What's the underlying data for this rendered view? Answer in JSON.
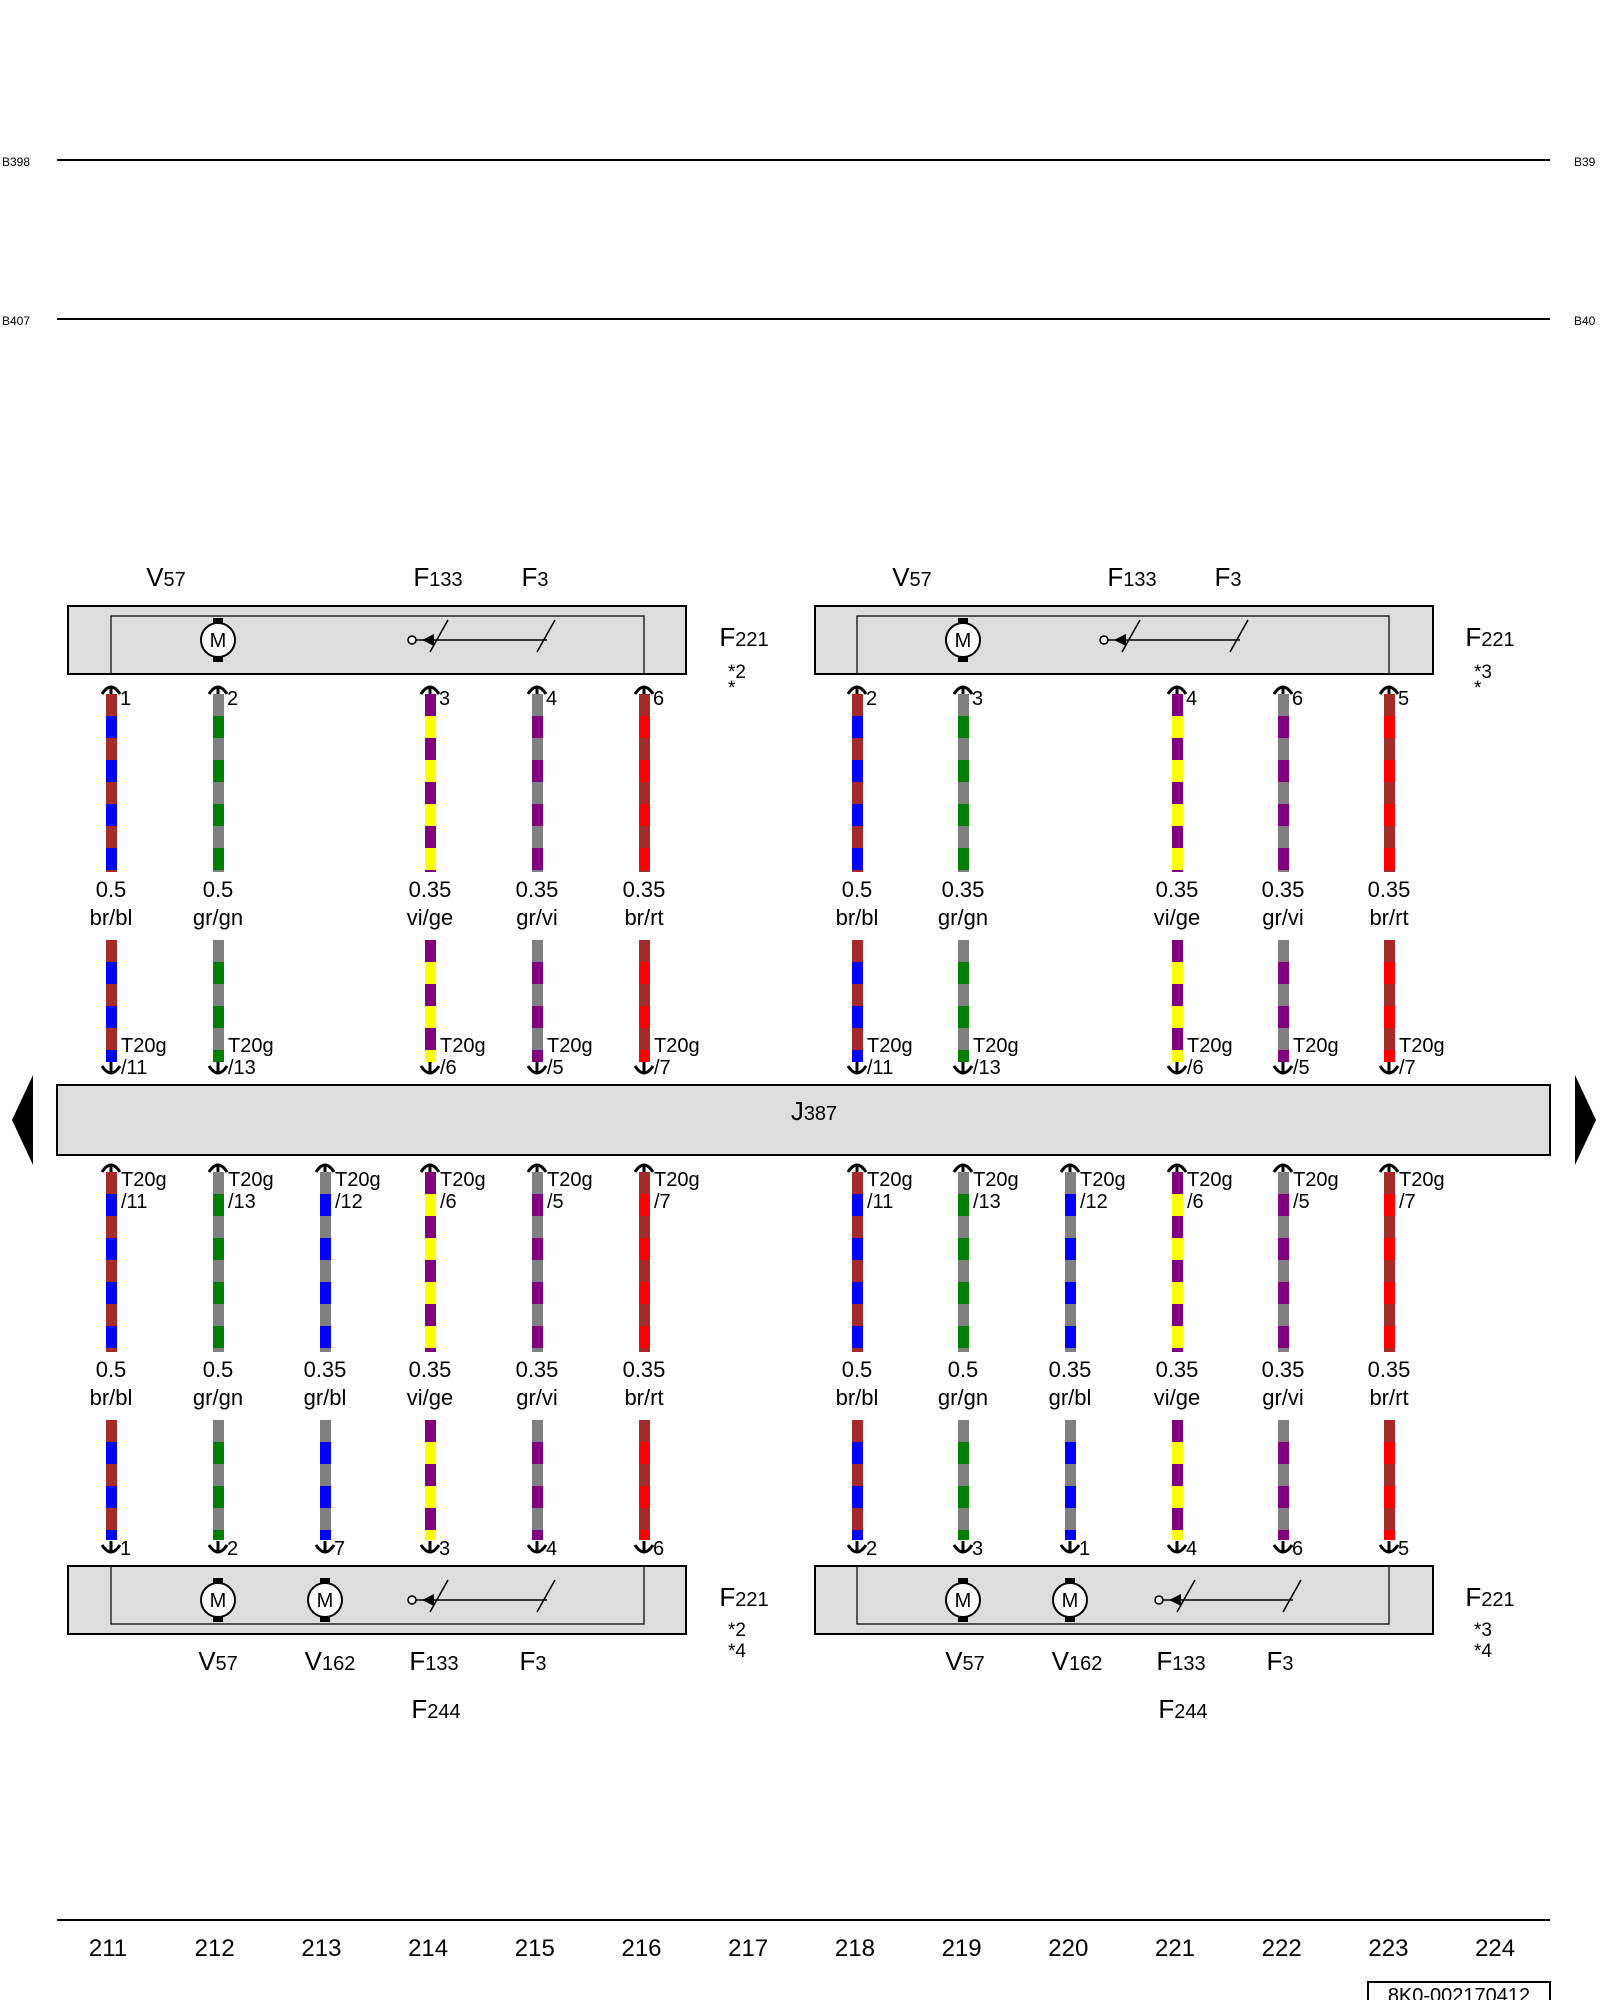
{
  "colors": {
    "br": "#a52a2a",
    "bl": "#0000ff",
    "gr": "#808080",
    "gn": "#008000",
    "vi": "#800080",
    "ge": "#ffff00",
    "rt": "#ff0000",
    "box": "#dddddd"
  },
  "side_labels": {
    "b398_left": "B398",
    "b398_right": "B39",
    "b407_left": "B407",
    "b407_right": "B40"
  },
  "control_unit": {
    "label": "J",
    "sub": "387"
  },
  "columns": [
    "211",
    "212",
    "213",
    "214",
    "215",
    "216",
    "217",
    "218",
    "219",
    "220",
    "221",
    "222",
    "223",
    "224"
  ],
  "footer_code": "8K0-002170412",
  "connector_prefix": "T20g",
  "panels": [
    {
      "id": "upper-left",
      "box_label": {
        "main": "F",
        "sub": "221"
      },
      "star_lines": [
        "*2",
        "*"
      ],
      "components": [
        {
          "main": "V",
          "sub": "57"
        },
        {
          "main": "F",
          "sub": "133"
        },
        {
          "main": "F",
          "sub": "3"
        }
      ],
      "wires": [
        {
          "pin": "1",
          "size": "0.5",
          "color": "br/bl",
          "conn": "/11",
          "stripes": [
            "br",
            "bl"
          ]
        },
        {
          "pin": "2",
          "size": "0.5",
          "color": "gr/gn",
          "conn": "/13",
          "stripes": [
            "gr",
            "gn"
          ]
        },
        {
          "pin": "3",
          "size": "0.35",
          "color": "vi/ge",
          "conn": "/6",
          "stripes": [
            "vi",
            "ge"
          ]
        },
        {
          "pin": "4",
          "size": "0.35",
          "color": "gr/vi",
          "conn": "/5",
          "stripes": [
            "gr",
            "vi"
          ]
        },
        {
          "pin": "6",
          "size": "0.35",
          "color": "br/rt",
          "conn": "/7",
          "stripes": [
            "br",
            "rt"
          ]
        }
      ]
    },
    {
      "id": "upper-right",
      "box_label": {
        "main": "F",
        "sub": "221"
      },
      "star_lines": [
        "*3",
        "*"
      ],
      "components": [
        {
          "main": "V",
          "sub": "57"
        },
        {
          "main": "F",
          "sub": "133"
        },
        {
          "main": "F",
          "sub": "3"
        }
      ],
      "wires": [
        {
          "pin": "2",
          "size": "0.5",
          "color": "br/bl",
          "conn": "/11",
          "stripes": [
            "br",
            "bl"
          ]
        },
        {
          "pin": "3",
          "size": "0.35",
          "color": "gr/gn",
          "conn": "/13",
          "stripes": [
            "gr",
            "gn"
          ]
        },
        {
          "pin": "4",
          "size": "0.35",
          "color": "vi/ge",
          "conn": "/6",
          "stripes": [
            "vi",
            "ge"
          ]
        },
        {
          "pin": "6",
          "size": "0.35",
          "color": "gr/vi",
          "conn": "/5",
          "stripes": [
            "gr",
            "vi"
          ]
        },
        {
          "pin": "5",
          "size": "0.35",
          "color": "br/rt",
          "conn": "/7",
          "stripes": [
            "br",
            "rt"
          ]
        }
      ]
    },
    {
      "id": "lower-left",
      "box_label": {
        "main": "F",
        "sub": "221"
      },
      "star_lines": [
        "*2",
        "*4"
      ],
      "components": [
        {
          "main": "V",
          "sub": "57"
        },
        {
          "main": "V",
          "sub": "162"
        },
        {
          "main": "F",
          "sub": "133"
        },
        {
          "main": "F",
          "sub": "3"
        },
        {
          "main": "F",
          "sub": "244"
        }
      ],
      "wires": [
        {
          "pin": "1",
          "size": "0.5",
          "color": "br/bl",
          "conn": "/11",
          "stripes": [
            "br",
            "bl"
          ]
        },
        {
          "pin": "2",
          "size": "0.5",
          "color": "gr/gn",
          "conn": "/13",
          "stripes": [
            "gr",
            "gn"
          ]
        },
        {
          "pin": "7",
          "size": "0.35",
          "color": "gr/bl",
          "conn": "/12",
          "stripes": [
            "gr",
            "bl"
          ]
        },
        {
          "pin": "3",
          "size": "0.35",
          "color": "vi/ge",
          "conn": "/6",
          "stripes": [
            "vi",
            "ge"
          ]
        },
        {
          "pin": "4",
          "size": "0.35",
          "color": "gr/vi",
          "conn": "/5",
          "stripes": [
            "gr",
            "vi"
          ]
        },
        {
          "pin": "6",
          "size": "0.35",
          "color": "br/rt",
          "conn": "/7",
          "stripes": [
            "br",
            "rt"
          ]
        }
      ]
    },
    {
      "id": "lower-right",
      "box_label": {
        "main": "F",
        "sub": "221"
      },
      "star_lines": [
        "*3",
        "*4"
      ],
      "components": [
        {
          "main": "V",
          "sub": "57"
        },
        {
          "main": "V",
          "sub": "162"
        },
        {
          "main": "F",
          "sub": "133"
        },
        {
          "main": "F",
          "sub": "3"
        },
        {
          "main": "F",
          "sub": "244"
        }
      ],
      "wires": [
        {
          "pin": "2",
          "size": "0.5",
          "color": "br/bl",
          "conn": "/11",
          "stripes": [
            "br",
            "bl"
          ]
        },
        {
          "pin": "3",
          "size": "0.5",
          "color": "gr/gn",
          "conn": "/13",
          "stripes": [
            "gr",
            "gn"
          ]
        },
        {
          "pin": "1",
          "size": "0.35",
          "color": "gr/bl",
          "conn": "/12",
          "stripes": [
            "gr",
            "bl"
          ]
        },
        {
          "pin": "4",
          "size": "0.35",
          "color": "vi/ge",
          "conn": "/6",
          "stripes": [
            "vi",
            "ge"
          ]
        },
        {
          "pin": "6",
          "size": "0.35",
          "color": "gr/vi",
          "conn": "/5",
          "stripes": [
            "gr",
            "vi"
          ]
        },
        {
          "pin": "5",
          "size": "0.35",
          "color": "br/rt",
          "conn": "/7",
          "stripes": [
            "br",
            "rt"
          ]
        }
      ]
    }
  ]
}
